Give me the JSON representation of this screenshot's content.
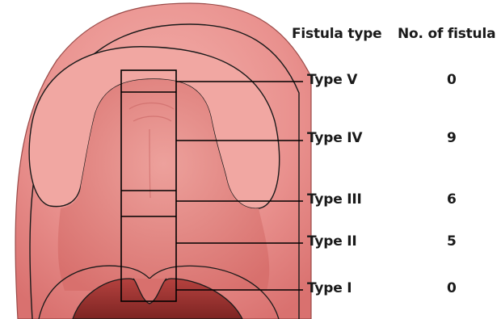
{
  "headers": {
    "fistula_type": "Fistula type",
    "no_of_fistula": "No. of fistula"
  },
  "rows": [
    {
      "type": "Type V",
      "count": "0"
    },
    {
      "type": "Type IV",
      "count": "9"
    },
    {
      "type": "Type III",
      "count": "6"
    },
    {
      "type": "Type II",
      "count": "5"
    },
    {
      "type": "Type I",
      "count": "0"
    }
  ],
  "colors": {
    "tissue_outer": "#e9918e",
    "tissue_gum": "#ef9f9b",
    "tissue_palate": "#e4807d",
    "outline": "#1a1a1a"
  }
}
